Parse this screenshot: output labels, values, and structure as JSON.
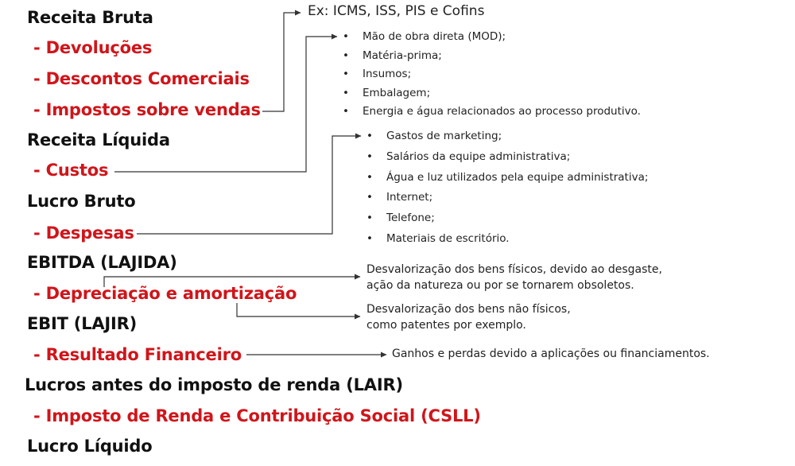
{
  "dre": [
    "Receita Bruta",
    "- Devoluções",
    "- Descontos Comerciais",
    "- Impostos sobre vendas",
    "Receita Líquida",
    "- Custos",
    "Lucro Bruto",
    "- Despesas",
    "EBITDA (LAJIDA)",
    "- Depreciação e amortização",
    "EBIT (LAJIR)",
    "- Resultado Financeiro",
    "Lucros antes do imposto de renda (LAIR)",
    "- Imposto de Renda e Contribuição Social (CSLL)",
    "Lucro Líquido"
  ],
  "impostos_note": "Ex: ICMS, ISS, PIS e Cofins",
  "custos_items": [
    "Mão de obra direta (MOD);",
    "Matéria-prima;",
    "Insumos;",
    "Embalagem;",
    "Energia e água relacionados ao processo produtivo."
  ],
  "despesas_items": [
    "Gastos de marketing;",
    "Salários da equipe administrativa;",
    "Água e luz utilizados pela equipe administrativa;",
    "Internet;",
    "Telefone;",
    "Materiais de escritório."
  ],
  "depreciacao_note": [
    "Desvalorização dos bens físicos, devido ao desgaste,",
    "ação da natureza ou por se tornarem obsoletos."
  ],
  "amortizacao_note": [
    "Desvalorização dos bens não físicos,",
    "como patentes por exemplo."
  ],
  "financeiro_note": "Ganhos e perdas devido a aplicações ou financiamentos.",
  "colors": {
    "accent": "#d0151a",
    "text": "#111111"
  }
}
